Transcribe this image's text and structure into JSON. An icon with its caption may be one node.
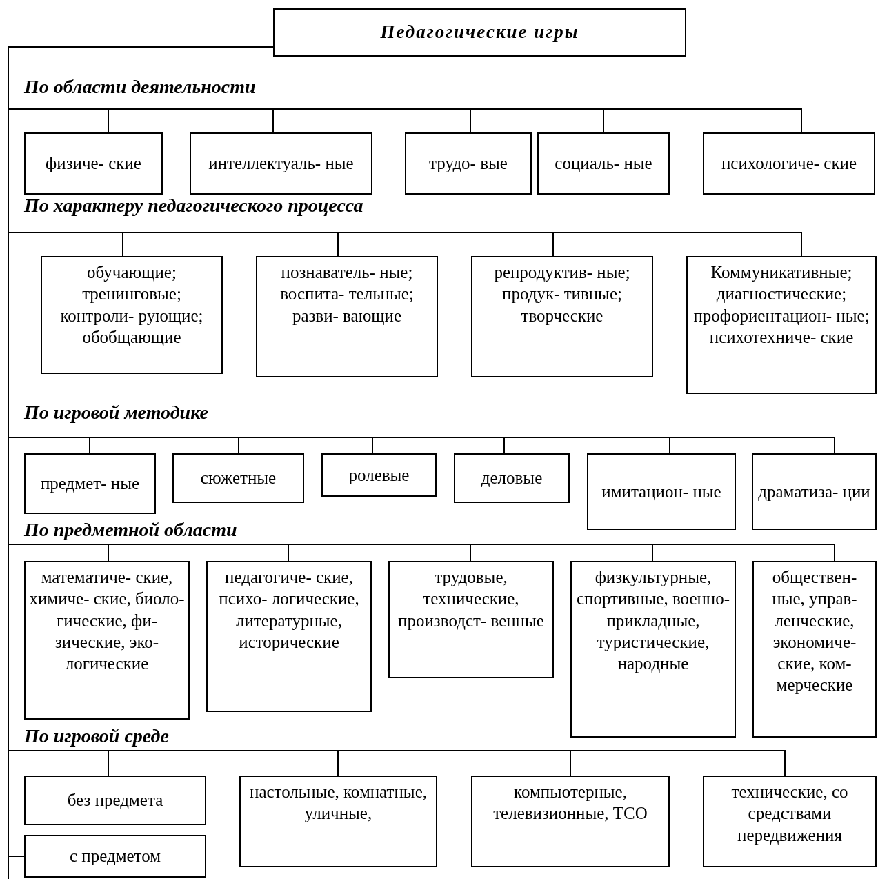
{
  "diagram": {
    "nodes": [
      {
        "text": [
          "Педагогические игры"
        ]
      },
      {
        "text": [
          "физиче- ские"
        ]
      },
      {
        "text": [
          "интеллектуаль- ные"
        ]
      },
      {
        "text": [
          "трудо- вые"
        ]
      },
      {
        "text": [
          "социаль- ные"
        ]
      },
      {
        "text": [
          "психологиче- ские"
        ]
      },
      {
        "text": [
          "обучающие; тренинговые; контроли- рующие; обобщающие"
        ]
      },
      {
        "text": [
          "познаватель- ные; воспита- тельные; разви- вающие"
        ]
      },
      {
        "text": [
          "репродуктив- ные; продук- тивные; творческие"
        ]
      },
      {
        "text": [
          "Коммуникативные; диагностические; профориентацион- ные; психотехниче- ские"
        ]
      },
      {
        "text": [
          "предмет- ные"
        ]
      },
      {
        "text": [
          "сюжетные"
        ]
      },
      {
        "text": [
          "ролевые"
        ]
      },
      {
        "text": [
          "деловые"
        ]
      },
      {
        "text": [
          "имитацион- ные"
        ]
      },
      {
        "text": [
          "драматиза- ции"
        ]
      },
      {
        "text": [
          "математиче- ские, химиче- ские, биоло- гические, фи- зические, эко- логические"
        ]
      },
      {
        "text": [
          "педагогиче- ские, психо- логические, литературные, исторические"
        ]
      },
      {
        "text": [
          "трудовые, технические, производст- венные"
        ]
      },
      {
        "text": [
          "физкультурные, спортивные, военно- прикладные, туристические, народные"
        ]
      },
      {
        "text": [
          "обществен- ные, управ- ленческие, экономиче- ские, ком- мерческие"
        ]
      },
      {
        "text": [
          "без предмета"
        ]
      },
      {
        "text": [
          "настольные, комнатные, уличные,"
        ]
      },
      {
        "text": [
          "компьютерные, телевизионные, ТСО"
        ]
      },
      {
        "text": [
          "технические, со средствами передвижения"
        ]
      },
      {
        "text": [
          "с предметом"
        ]
      }
    ],
    "edges": [
      {
        "from": 0,
        "to": 1,
        "arrow": "none"
      },
      {
        "from": 0,
        "to": 2,
        "arrow": "none"
      },
      {
        "from": 0,
        "to": 3,
        "arrow": "none"
      },
      {
        "from": 0,
        "to": 4,
        "arrow": "none"
      },
      {
        "from": 0,
        "to": 5,
        "arrow": "none"
      },
      {
        "from": 0,
        "to": 6,
        "arrow": "none"
      },
      {
        "from": 0,
        "to": 7,
        "arrow": "none"
      },
      {
        "from": 0,
        "to": 8,
        "arrow": "none"
      },
      {
        "from": 0,
        "to": 9,
        "arrow": "none"
      },
      {
        "from": 0,
        "to": 10,
        "arrow": "none"
      },
      {
        "from": 0,
        "to": 11,
        "arrow": "none"
      },
      {
        "from": 0,
        "to": 12,
        "arrow": "none"
      },
      {
        "from": 0,
        "to": 13,
        "arrow": "none"
      },
      {
        "from": 0,
        "to": 14,
        "arrow": "none"
      },
      {
        "from": 0,
        "to": 15,
        "arrow": "none"
      },
      {
        "from": 0,
        "to": 16,
        "arrow": "none"
      },
      {
        "from": 0,
        "to": 17,
        "arrow": "none"
      },
      {
        "from": 0,
        "to": 18,
        "arrow": "none"
      },
      {
        "from": 0,
        "to": 19,
        "arrow": "none"
      },
      {
        "from": 0,
        "to": 20,
        "arrow": "none"
      },
      {
        "from": 0,
        "to": 21,
        "arrow": "none"
      },
      {
        "from": 0,
        "to": 22,
        "arrow": "none"
      },
      {
        "from": 0,
        "to": 23,
        "arrow": "none"
      },
      {
        "from": 0,
        "to": 24,
        "arrow": "none"
      },
      {
        "from": 0,
        "to": 25,
        "arrow": "none"
      }
    ],
    "labels": [
      "По области деятельности",
      "По характеру педагогического процесса",
      "По игровой методике",
      "По предметной области",
      "По игровой среде"
    ]
  }
}
